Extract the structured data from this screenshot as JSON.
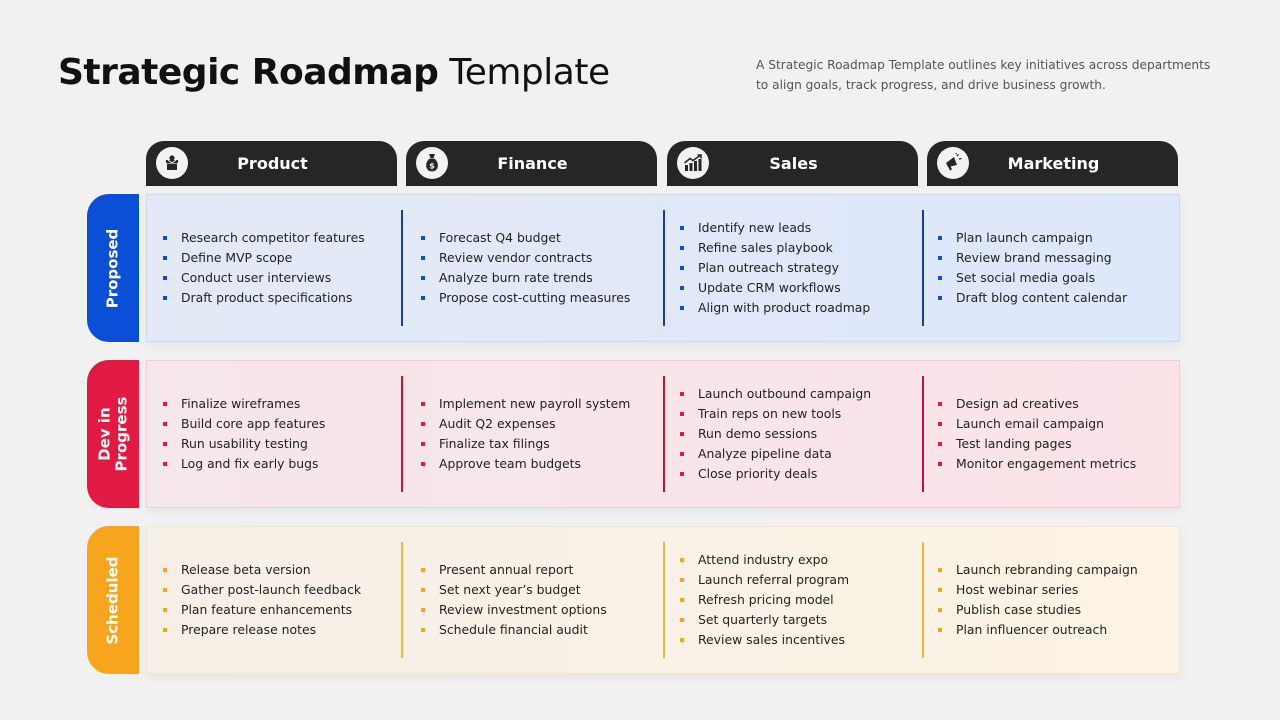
{
  "header": {
    "title_bold": "Strategic Roadmap",
    "title_light": "Template",
    "description": "A Strategic Roadmap Template outlines key initiatives across departments to align goals, track progress, and drive business growth."
  },
  "columns": [
    {
      "label": "Product",
      "icon": "gift-box-icon"
    },
    {
      "label": "Finance",
      "icon": "money-bag-icon"
    },
    {
      "label": "Sales",
      "icon": "growth-chart-icon"
    },
    {
      "label": "Marketing",
      "icon": "megaphone-icon"
    }
  ],
  "colors": {
    "header_bg": "#262626",
    "proposed": "#0a4fd6",
    "dev_in_progress": "#e01a43",
    "scheduled": "#f7a51c",
    "proposed_bg": "#dfe8fa",
    "dev_bg": "#fbe3e8",
    "scheduled_bg": "#fcf3e4"
  },
  "rows": [
    {
      "label": "Proposed",
      "cells": [
        [
          "Research competitor features",
          "Define MVP scope",
          "Conduct user interviews",
          "Draft product specifications"
        ],
        [
          "Forecast Q4 budget",
          "Review vendor contracts",
          "Analyze burn rate trends",
          "Propose cost-cutting measures"
        ],
        [
          "Identify new leads",
          "Refine sales playbook",
          "Plan outreach strategy",
          "Update CRM workflows",
          "Align with product roadmap"
        ],
        [
          "Plan launch campaign",
          "Review brand messaging",
          "Set social media goals",
          "Draft blog content calendar"
        ]
      ]
    },
    {
      "label_line1": "Dev in",
      "label_line2": "Progress",
      "cells": [
        [
          "Finalize wireframes",
          "Build core app features",
          "Run usability testing",
          "Log and fix early bugs"
        ],
        [
          "Implement new payroll system",
          "Audit Q2 expenses",
          "Finalize tax filings",
          "Approve team budgets"
        ],
        [
          "Launch outbound campaign",
          "Train reps on new tools",
          "Run demo sessions",
          "Analyze pipeline data",
          "Close priority deals"
        ],
        [
          "Design ad creatives",
          "Launch email campaign",
          "Test landing pages",
          "Monitor engagement metrics"
        ]
      ]
    },
    {
      "label": "Scheduled",
      "cells": [
        [
          "Release beta version",
          "Gather post-launch feedback",
          "Plan feature enhancements",
          "Prepare release notes"
        ],
        [
          "Present annual report",
          "Set next year’s budget",
          "Review investment options",
          "Schedule financial audit"
        ],
        [
          "Attend industry expo",
          "Launch referral program",
          "Refresh pricing model",
          "Set quarterly targets",
          "Review sales incentives"
        ],
        [
          "Launch rebranding campaign",
          "Host webinar series",
          "Publish case studies",
          "Plan influencer outreach"
        ]
      ]
    }
  ]
}
